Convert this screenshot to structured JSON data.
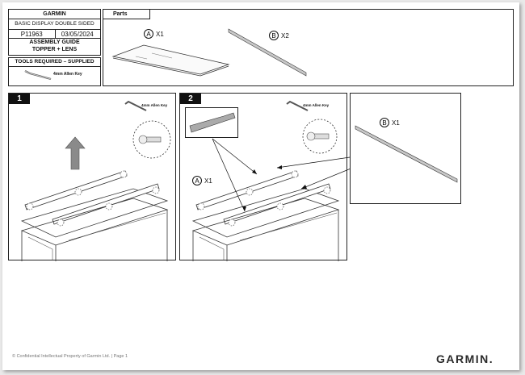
{
  "title_block": {
    "brand": "GARMIN",
    "product": "BASIC DISPLAY DOUBLE SIDED",
    "part_number": "P11963",
    "date": "03/05/2024",
    "guide_line1": "ASSEMBLY GUIDE",
    "guide_line2": "TOPPER + LENS"
  },
  "tools": {
    "heading": "TOOLS REQUIRED – SUPPLIED",
    "tool_label": "4mm Allen Key"
  },
  "parts": {
    "heading": "Parts",
    "items": [
      {
        "letter": "A",
        "qty": "X1"
      },
      {
        "letter": "B",
        "qty": "X2"
      }
    ]
  },
  "steps": [
    {
      "number": "1",
      "tool_label": "4mm Allen Key"
    },
    {
      "number": "2",
      "tool_label": "4mm Allen Key",
      "part_letter": "A",
      "part_qty": "X1"
    }
  ],
  "detail": {
    "part_letter": "B",
    "part_qty": "X1"
  },
  "footer": {
    "confidential": "© Confidential Intellectual Property of Garmin Ltd. | Page 1",
    "logo": "GARMIN."
  }
}
